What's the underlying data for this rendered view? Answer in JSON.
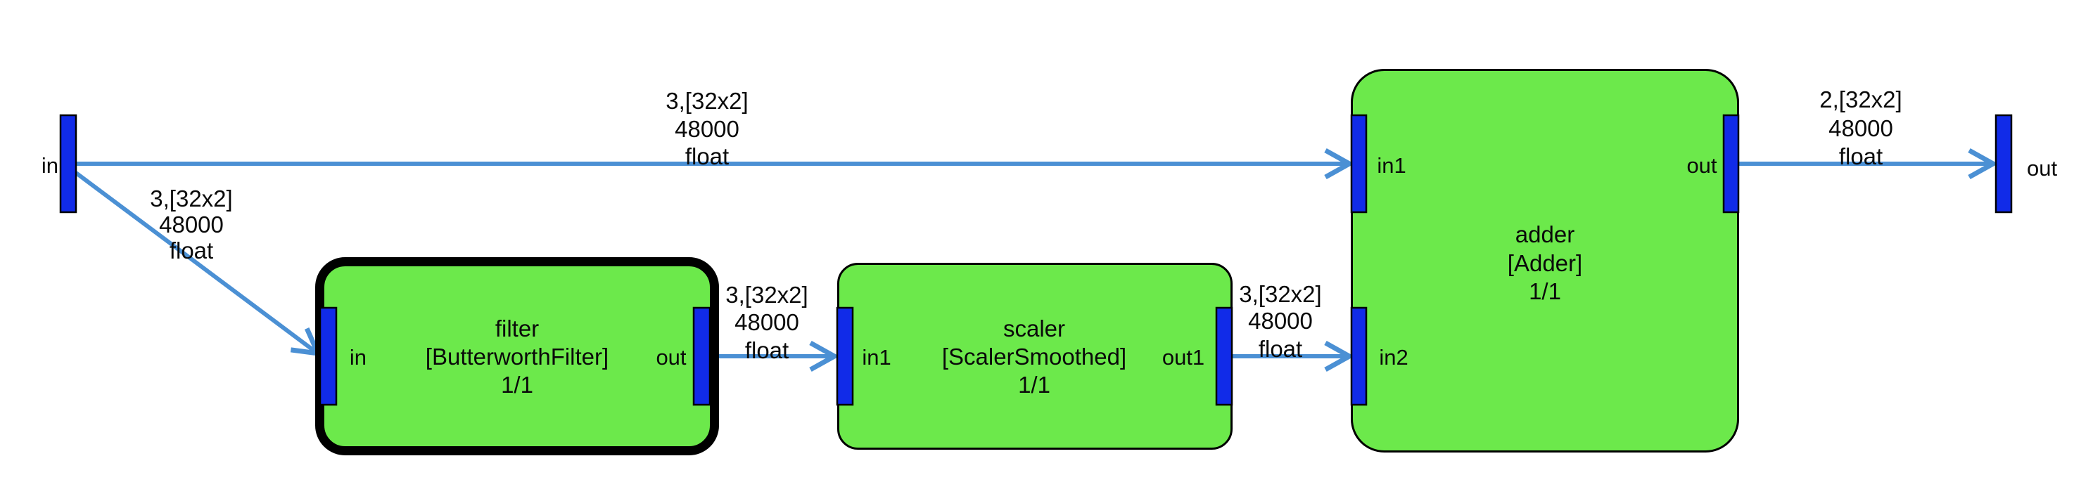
{
  "diagram": {
    "background": "#ffffff",
    "colors": {
      "node_fill": "#6ce94b",
      "port_fill": "#112be8",
      "edge_color": "#4b90d4",
      "border_color": "#000000",
      "text_color": "#0a0a0a"
    },
    "source": {
      "label": "in"
    },
    "sink": {
      "label": "out"
    },
    "nodes": {
      "filter": {
        "name": "filter",
        "type": "[ButterworthFilter]",
        "ratio": "1/1",
        "selected": true,
        "ports": {
          "in": "in",
          "out": "out"
        }
      },
      "scaler": {
        "name": "scaler",
        "type": "[ScalerSmoothed]",
        "ratio": "1/1",
        "selected": false,
        "ports": {
          "in1": "in1",
          "out1": "out1"
        }
      },
      "adder": {
        "name": "adder",
        "type": "[Adder]",
        "ratio": "1/1",
        "selected": false,
        "ports": {
          "in1": "in1",
          "in2": "in2",
          "out": "out"
        }
      }
    },
    "edges": {
      "in_to_adder_in1": {
        "from": "in",
        "to": "adder.in1",
        "line1": "3,[32x2]",
        "line2": "48000",
        "line3": "float"
      },
      "in_to_filter_in": {
        "from": "in",
        "to": "filter.in",
        "line1": "3,[32x2]",
        "line2": "48000",
        "line3": "float"
      },
      "filter_out_to_scaler_in1": {
        "from": "filter.out",
        "to": "scaler.in1",
        "line1": "3,[32x2]",
        "line2": "48000",
        "line3": "float"
      },
      "scaler_out1_to_adder_in2": {
        "from": "scaler.out1",
        "to": "adder.in2",
        "line1": "3,[32x2]",
        "line2": "48000",
        "line3": "float"
      },
      "adder_out_to_out": {
        "from": "adder.out",
        "to": "out",
        "line1": "2,[32x2]",
        "line2": "48000",
        "line3": "float"
      }
    }
  }
}
